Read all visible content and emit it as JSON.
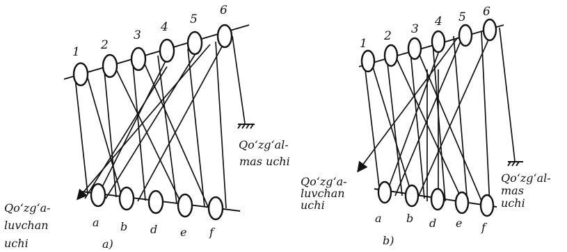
{
  "figure_a": {
    "caption": "a)",
    "top_numbers": [
      "1",
      "2",
      "3",
      "4",
      "5",
      "6"
    ],
    "bottom_letters": [
      "a",
      "b",
      "d",
      "e",
      "f"
    ],
    "moving_end": [
      "Qo‘zg‘a-",
      "luvchan",
      "uchi"
    ],
    "fixed_end": [
      "Qo‘zg‘al-",
      "mas uchi"
    ]
  },
  "figure_b": {
    "caption": "b)",
    "top_numbers": [
      "1",
      "2",
      "3",
      "4",
      "5",
      "6"
    ],
    "bottom_letters": [
      "a",
      "b",
      "d",
      "e",
      "f"
    ],
    "moving_end": [
      "Qo‘zg‘a-",
      "luvchan",
      "uchi"
    ],
    "fixed_end": [
      "Qo‘zg‘al-",
      "mas",
      "uchi"
    ]
  },
  "icons": {
    "ground_symbol": "ground-hatch-icon",
    "arrow": "arrow-head-icon"
  }
}
